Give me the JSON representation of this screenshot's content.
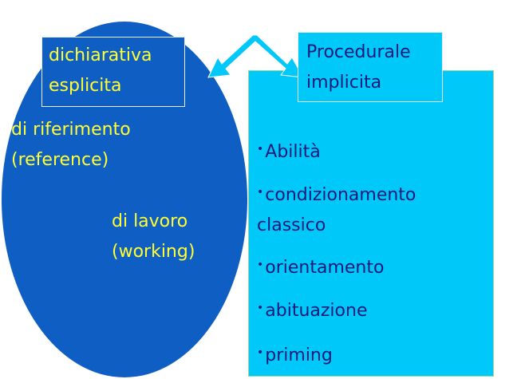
{
  "colors": {
    "ellipse_fill": "#0f5ec4",
    "box_fill": "#00c8f8",
    "label_box_fill": "#0f5ec4",
    "label_box_right_fill": "#00c8f8",
    "text_yellow": "#ffff33",
    "text_dark": "#1a1a7a",
    "arrow_fill": "#00c8f8"
  },
  "declarative": {
    "title_line1": "dichiarativa",
    "title_line2": "esplicita",
    "reference_line1": "di riferimento",
    "reference_line2": "(reference)",
    "working_line1": "di lavoro",
    "working_line2": "(working)"
  },
  "procedural": {
    "title_line1": "Procedurale",
    "title_line2": "implicita",
    "items": [
      {
        "line1": "Abilità",
        "line2": ""
      },
      {
        "line1": "condizionamento",
        "line2": "classico"
      },
      {
        "line1": "orientamento",
        "line2": ""
      },
      {
        "line1": "abituazione",
        "line2": ""
      },
      {
        "line1": "priming",
        "line2": ""
      }
    ],
    "bullet_glyph": "•"
  }
}
